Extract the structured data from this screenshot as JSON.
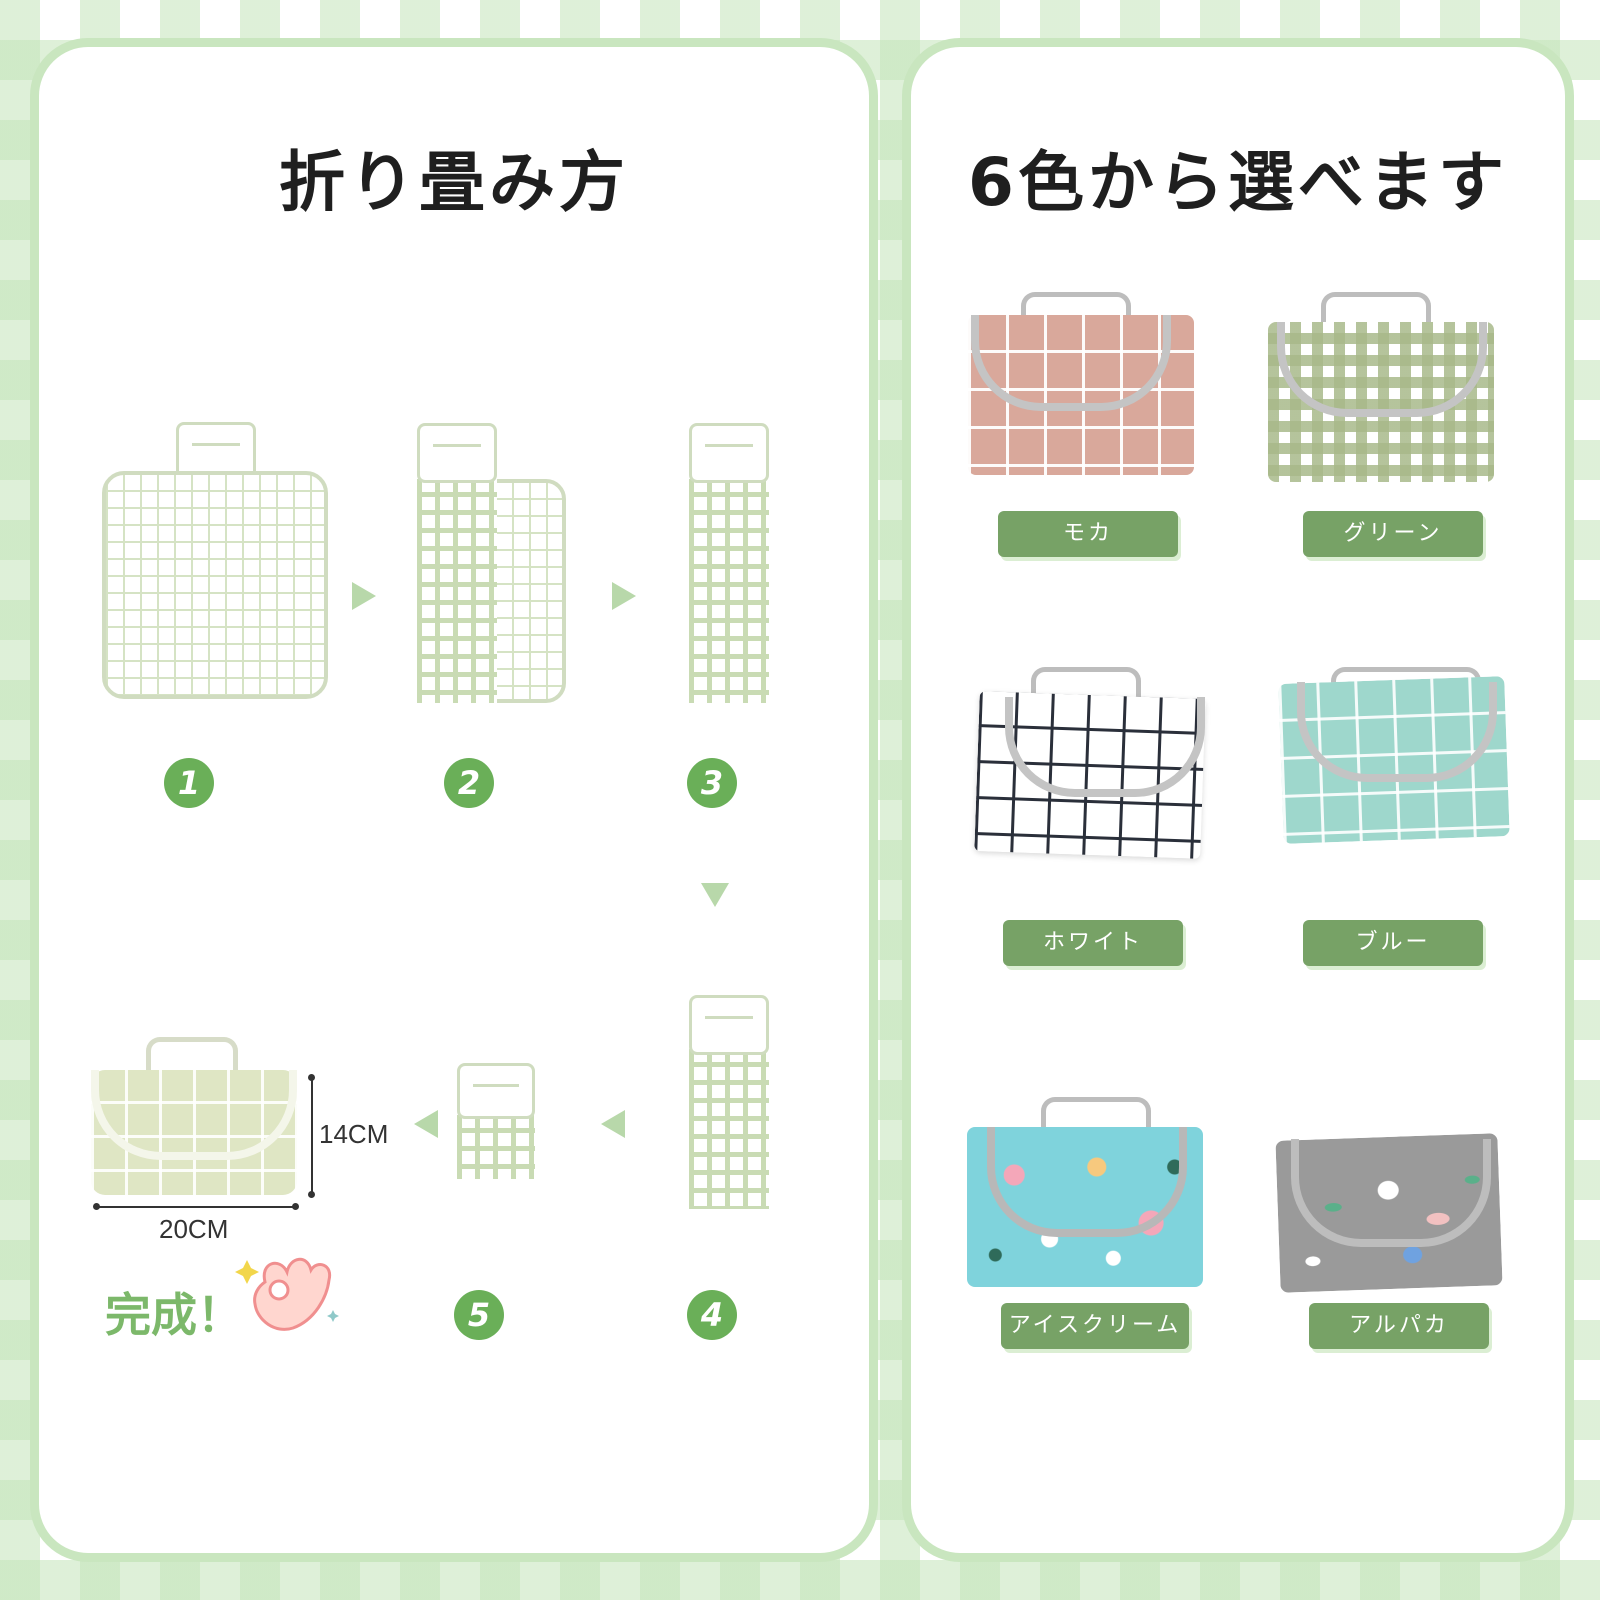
{
  "folding": {
    "title": "折り畳み方",
    "steps": [
      "1",
      "2",
      "3",
      "4",
      "5"
    ],
    "dimensions": {
      "height": "14CM",
      "width": "20CM"
    },
    "done": "完成！"
  },
  "colors_section": {
    "title": "6色から選べます",
    "options": [
      {
        "label": "モカ"
      },
      {
        "label": "グリーン"
      },
      {
        "label": "ホワイト"
      },
      {
        "label": "ブルー"
      },
      {
        "label": "アイスクリーム"
      },
      {
        "label": "アルパカ"
      }
    ]
  },
  "theme": {
    "accent": "#6aaf58",
    "label_bg": "#77a266",
    "panel_border": "#c9e6bf",
    "mocha": "#d9a89b",
    "green_check": "#a8b98a",
    "blue": "#9ed7cc",
    "icecream_bg": "#7fd3dc",
    "alpaca_bg": "#9a9a9a"
  }
}
